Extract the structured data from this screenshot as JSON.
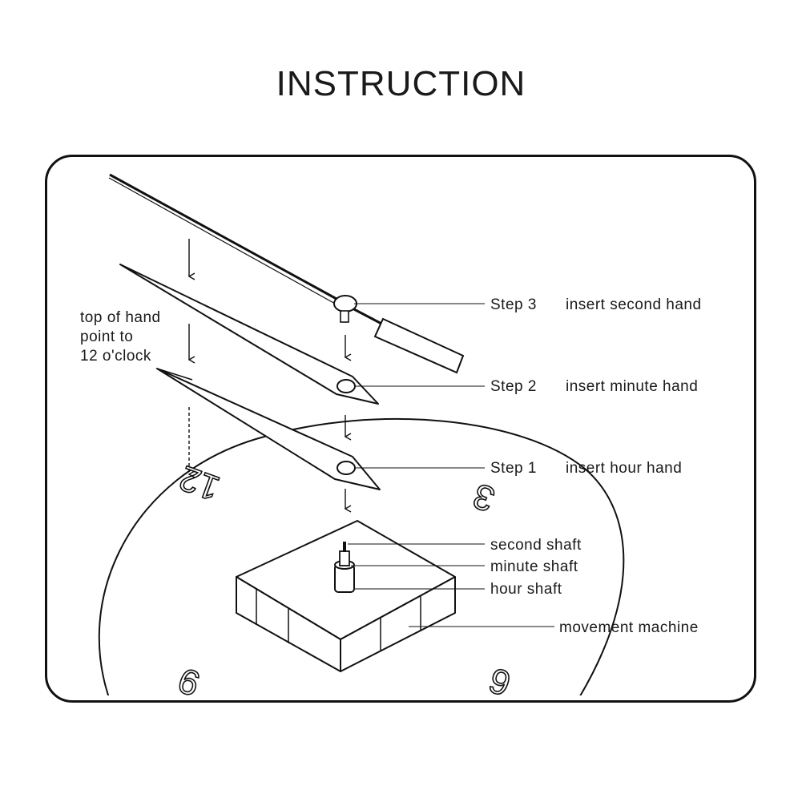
{
  "title": "INSTRUCTION",
  "labels": {
    "top_of_hand_1": "top of hand",
    "top_of_hand_2": "point to",
    "top_of_hand_3": "12 o'clock",
    "step3": "Step 3",
    "step3_text": "insert second hand",
    "step2": "Step 2",
    "step2_text": "insert minute hand",
    "step1": "Step 1",
    "step1_text": "insert hour hand",
    "second_shaft": "second shaft",
    "minute_shaft": "minute shaft",
    "hour_shaft": "hour shaft",
    "movement_machine": "movement  machine"
  },
  "dial": {
    "n12": "12",
    "n3": "3",
    "n6": "6",
    "n9": "9"
  }
}
